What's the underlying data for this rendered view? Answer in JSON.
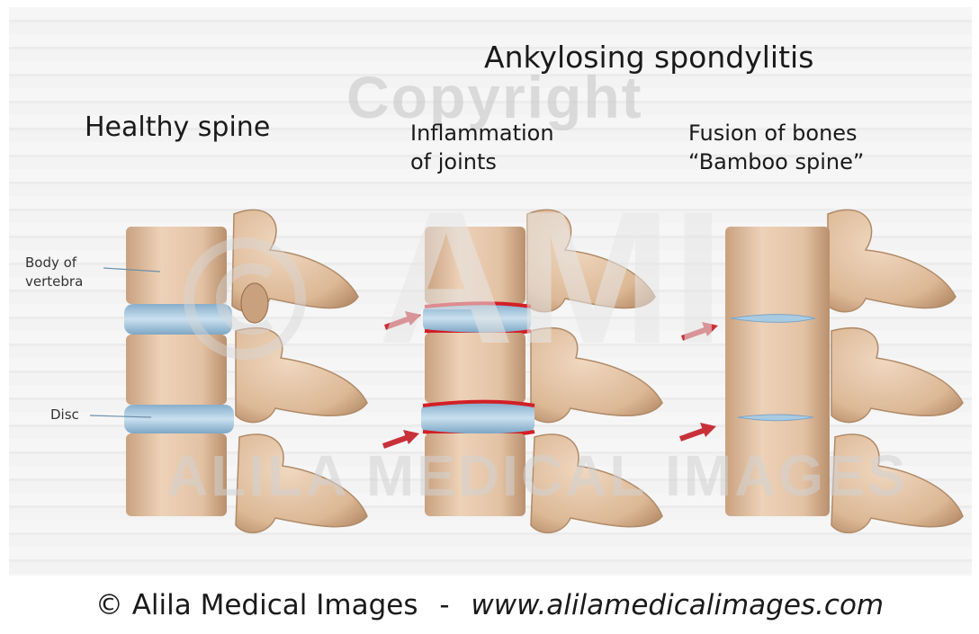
{
  "title": "Ankylosing spondylitis",
  "panels": {
    "healthy": {
      "heading": "Healthy spine"
    },
    "inflammation": {
      "heading_line1": "Inflammation",
      "heading_line2": "of joints"
    },
    "fusion": {
      "heading_line1": "Fusion of bones",
      "heading_line2": "“Bamboo spine”"
    }
  },
  "labels": {
    "body_line1": "Body of",
    "body_line2": "vertebra",
    "disc": "Disc"
  },
  "watermarks": {
    "copyright": "Copyright",
    "studio_mark": "AMI",
    "studio_name": "ALILA MEDICAL IMAGES"
  },
  "credit": {
    "owner": "© Alila Medical Images",
    "separator": "-",
    "url": "www.alilamedicalimages.com"
  },
  "colors": {
    "bone": "#e3c2a4",
    "bone_shadow": "#b08a68",
    "disc": "#a9cbe2",
    "inflammation": "#d21f26",
    "arrow": "#c8313a",
    "background": "#f2f2f2"
  }
}
